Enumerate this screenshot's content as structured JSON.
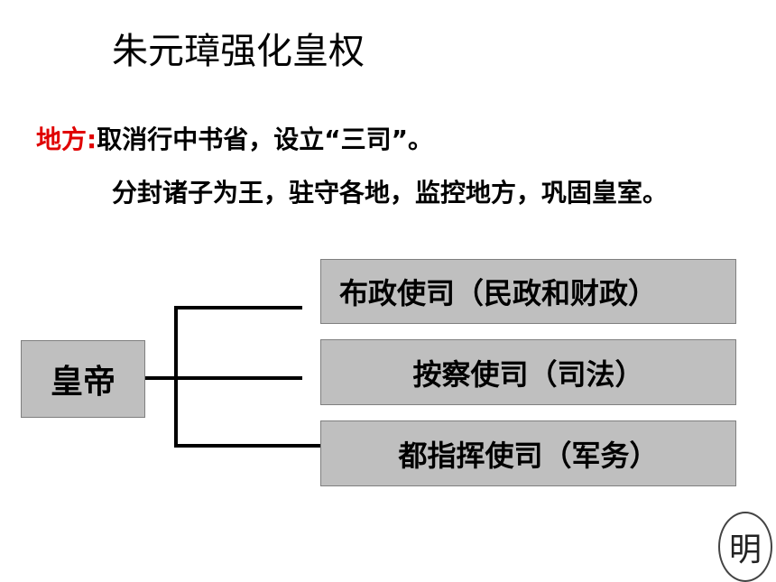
{
  "title": "朱元璋强化皇权",
  "local": {
    "label": "地方:",
    "line1": "取消行中书省，设立“三司”。",
    "line2": "分封诸子为王，驻守各地，监控地方，巩固皇室。"
  },
  "diagram": {
    "root": "皇帝",
    "branches": [
      "布政使司（民政和财政）",
      "按察使司（司法）",
      "都指挥使司（军务）"
    ]
  },
  "seal": "明"
}
